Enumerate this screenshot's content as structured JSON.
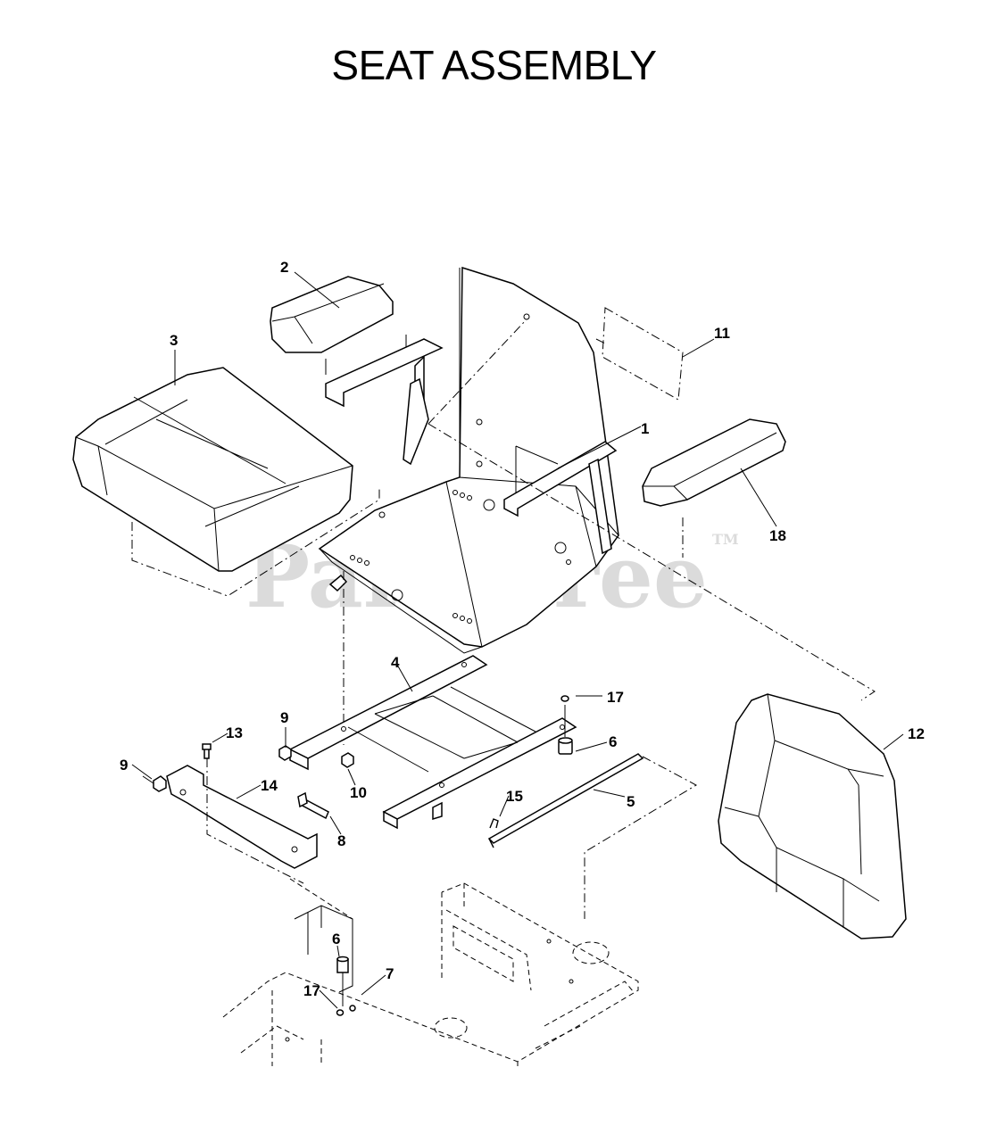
{
  "title": "SEAT ASSEMBLY",
  "watermark": {
    "text": "PartsTree",
    "tm": "TM"
  },
  "callouts": [
    "2",
    "3",
    "11",
    "1",
    "18",
    "4",
    "17",
    "9",
    "13",
    "6",
    "9",
    "10",
    "14",
    "15",
    "5",
    "12",
    "8",
    "6",
    "7",
    "17"
  ]
}
